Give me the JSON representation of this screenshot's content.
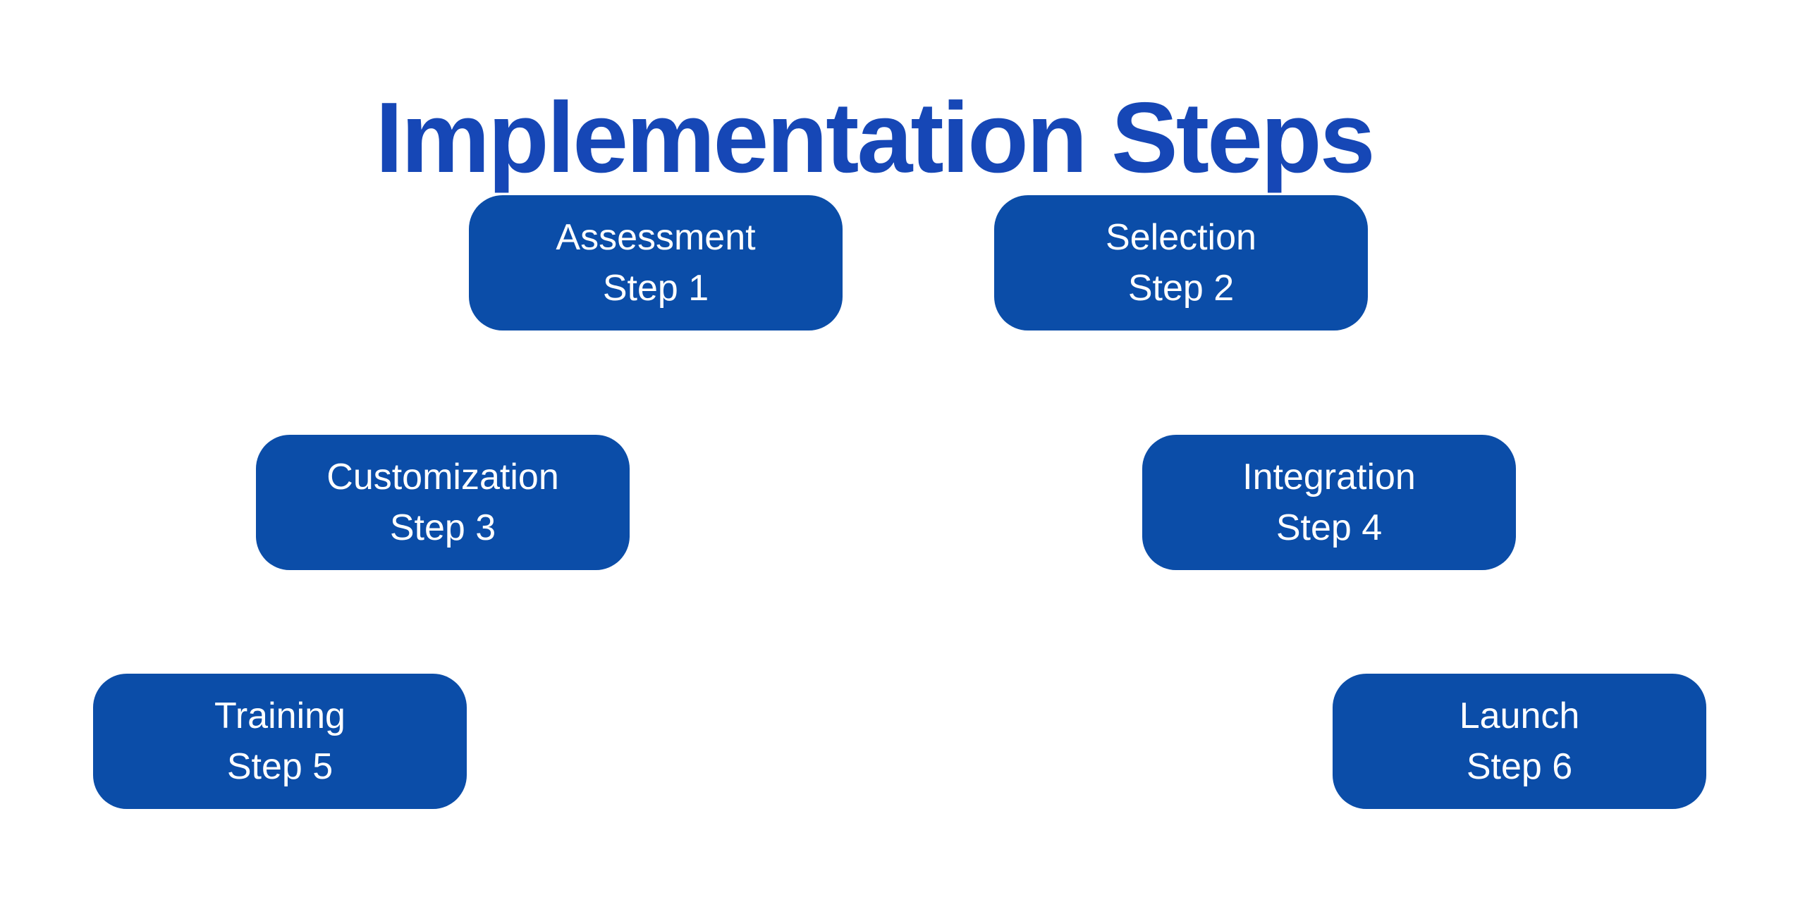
{
  "title": "Implementation Steps",
  "colors": {
    "box_blue": "#0B4DA8",
    "title_blue": "#1647B6",
    "box_text": "#FFFFFF",
    "background": "#FFFFFF"
  },
  "steps": [
    {
      "label": "Assessment",
      "step": "Step 1"
    },
    {
      "label": "Selection",
      "step": "Step 2"
    },
    {
      "label": "Customization",
      "step": "Step 3"
    },
    {
      "label": "Integration",
      "step": "Step 4"
    },
    {
      "label": "Training",
      "step": "Step 5"
    },
    {
      "label": "Launch",
      "step": "Step 6"
    }
  ]
}
